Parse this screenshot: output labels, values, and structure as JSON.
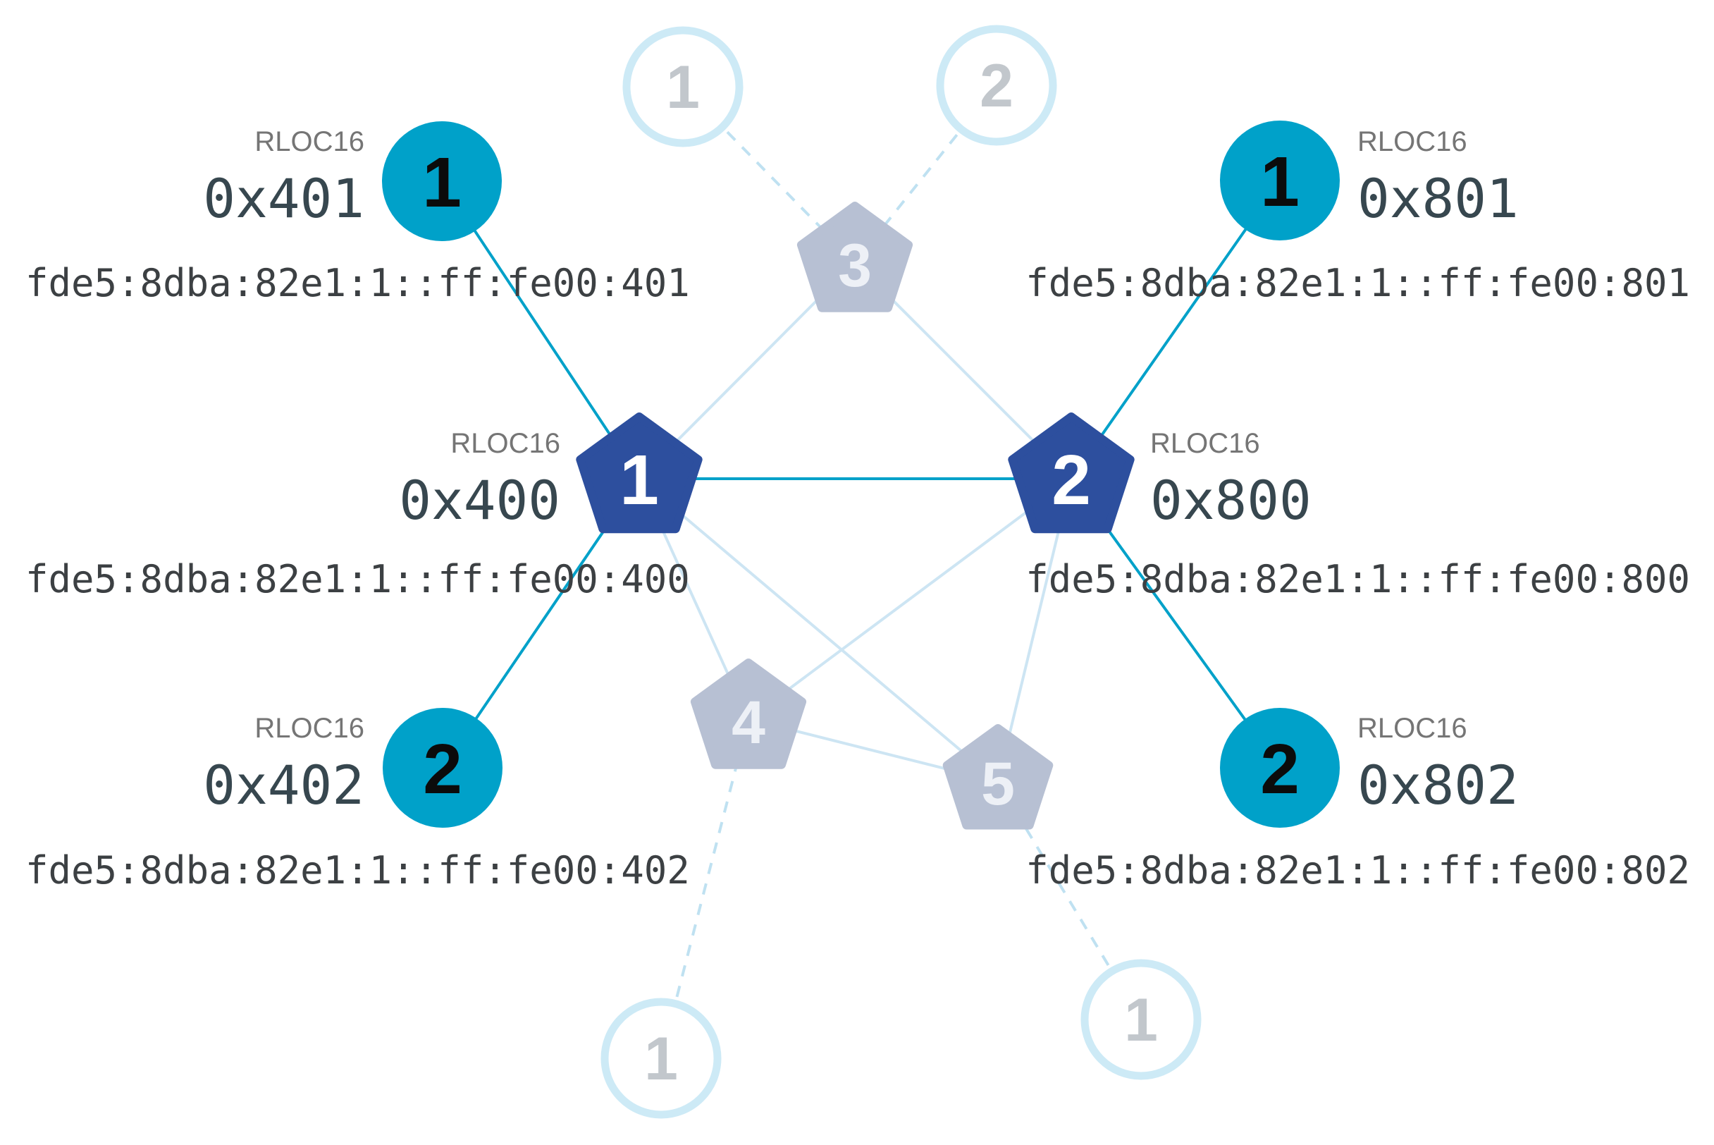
{
  "nodes": {
    "router1": {
      "number": "1",
      "rloc16_label": "RLOC16",
      "rloc16": "0x400",
      "ipv6": "fde5:8dba:82e1:1::ff:fe00:400"
    },
    "router2": {
      "number": "2",
      "rloc16_label": "RLOC16",
      "rloc16": "0x800",
      "ipv6": "fde5:8dba:82e1:1::ff:fe00:800"
    },
    "router3": {
      "number": "3"
    },
    "router4": {
      "number": "4"
    },
    "router5": {
      "number": "5"
    },
    "child401": {
      "number": "1",
      "rloc16_label": "RLOC16",
      "rloc16": "0x401",
      "ipv6": "fde5:8dba:82e1:1::ff:fe00:401"
    },
    "child402": {
      "number": "2",
      "rloc16_label": "RLOC16",
      "rloc16": "0x402",
      "ipv6": "fde5:8dba:82e1:1::ff:fe00:402"
    },
    "child801": {
      "number": "1",
      "rloc16_label": "RLOC16",
      "rloc16": "0x801",
      "ipv6": "fde5:8dba:82e1:1::ff:fe00:801"
    },
    "child802": {
      "number": "2",
      "rloc16_label": "RLOC16",
      "rloc16": "0x802",
      "ipv6": "fde5:8dba:82e1:1::ff:fe00:802"
    },
    "ghost_top_left": {
      "number": "1"
    },
    "ghost_top_right": {
      "number": "2"
    },
    "ghost_bottom_left": {
      "number": "1"
    },
    "ghost_bottom_right": {
      "number": "1"
    }
  },
  "colors": {
    "router_active": "#2d4f9e",
    "child_active": "#00a1c9",
    "router_faded": "#b7c0d3",
    "link_active": "#00a1c9",
    "link_faded": "#cde5f3",
    "link_dashed": "#bfe1f1",
    "ghost_ring": "#cdeaf6"
  }
}
